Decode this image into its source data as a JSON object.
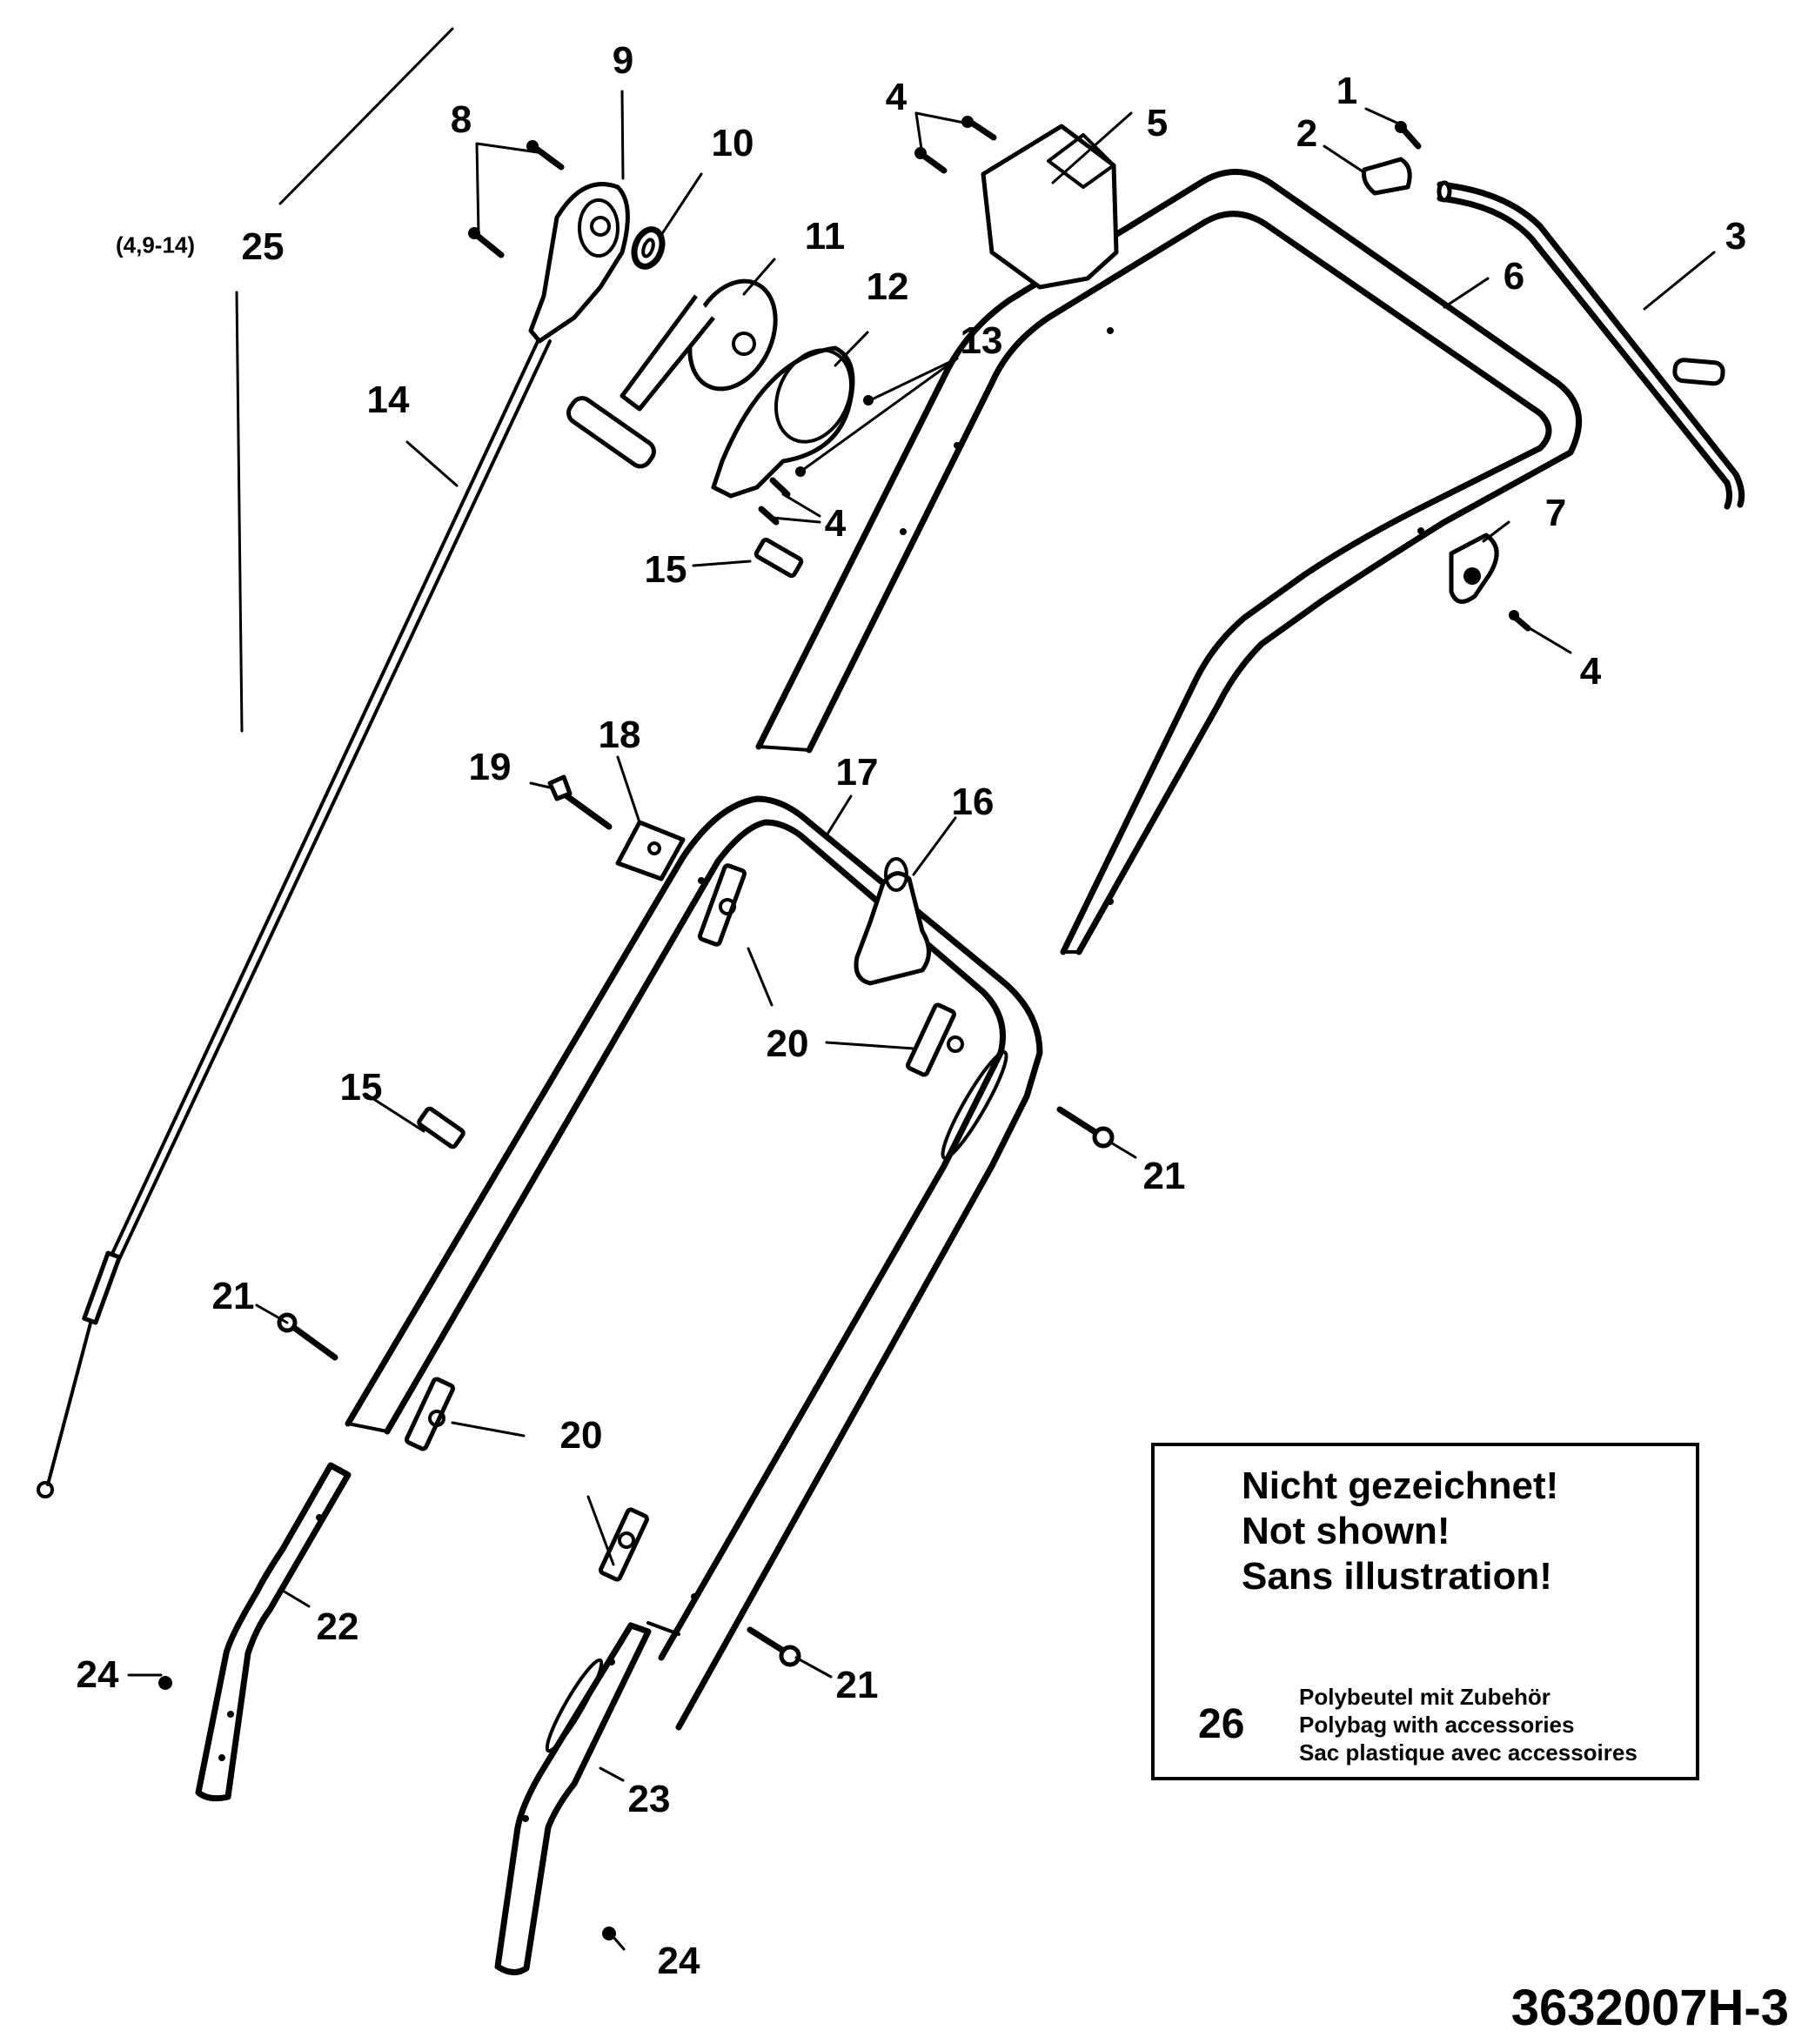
{
  "diagram": {
    "drawing_number": "3632007H-3",
    "group_note": {
      "label": "(4,9-14)",
      "number": "25"
    },
    "callouts": [
      {
        "id": "c1",
        "text": "1"
      },
      {
        "id": "c2",
        "text": "2"
      },
      {
        "id": "c3",
        "text": "3"
      },
      {
        "id": "c4a",
        "text": "4"
      },
      {
        "id": "c4b",
        "text": "4"
      },
      {
        "id": "c4c",
        "text": "4"
      },
      {
        "id": "c5",
        "text": "5"
      },
      {
        "id": "c6",
        "text": "6"
      },
      {
        "id": "c7",
        "text": "7"
      },
      {
        "id": "c8",
        "text": "8"
      },
      {
        "id": "c9",
        "text": "9"
      },
      {
        "id": "c10",
        "text": "10"
      },
      {
        "id": "c11",
        "text": "11"
      },
      {
        "id": "c12",
        "text": "12"
      },
      {
        "id": "c13",
        "text": "13"
      },
      {
        "id": "c14",
        "text": "14"
      },
      {
        "id": "c15a",
        "text": "15"
      },
      {
        "id": "c15b",
        "text": "15"
      },
      {
        "id": "c16",
        "text": "16"
      },
      {
        "id": "c17",
        "text": "17"
      },
      {
        "id": "c18",
        "text": "18"
      },
      {
        "id": "c19",
        "text": "19"
      },
      {
        "id": "c20a",
        "text": "20"
      },
      {
        "id": "c20b",
        "text": "20"
      },
      {
        "id": "c20c",
        "text": "20"
      },
      {
        "id": "c21a",
        "text": "21"
      },
      {
        "id": "c21b",
        "text": "21"
      },
      {
        "id": "c21c",
        "text": "21"
      },
      {
        "id": "c22",
        "text": "22"
      },
      {
        "id": "c23",
        "text": "23"
      },
      {
        "id": "c24a",
        "text": "24"
      },
      {
        "id": "c24b",
        "text": "24"
      }
    ],
    "not_shown_box": {
      "heading": [
        "Nicht gezeichnet!",
        "Not shown!",
        "Sans illustration!"
      ],
      "item_number": "26",
      "item_description": [
        "Polybeutel mit Zubehör",
        "Polybag with accessories",
        "Sac plastique avec accessoires"
      ]
    }
  }
}
